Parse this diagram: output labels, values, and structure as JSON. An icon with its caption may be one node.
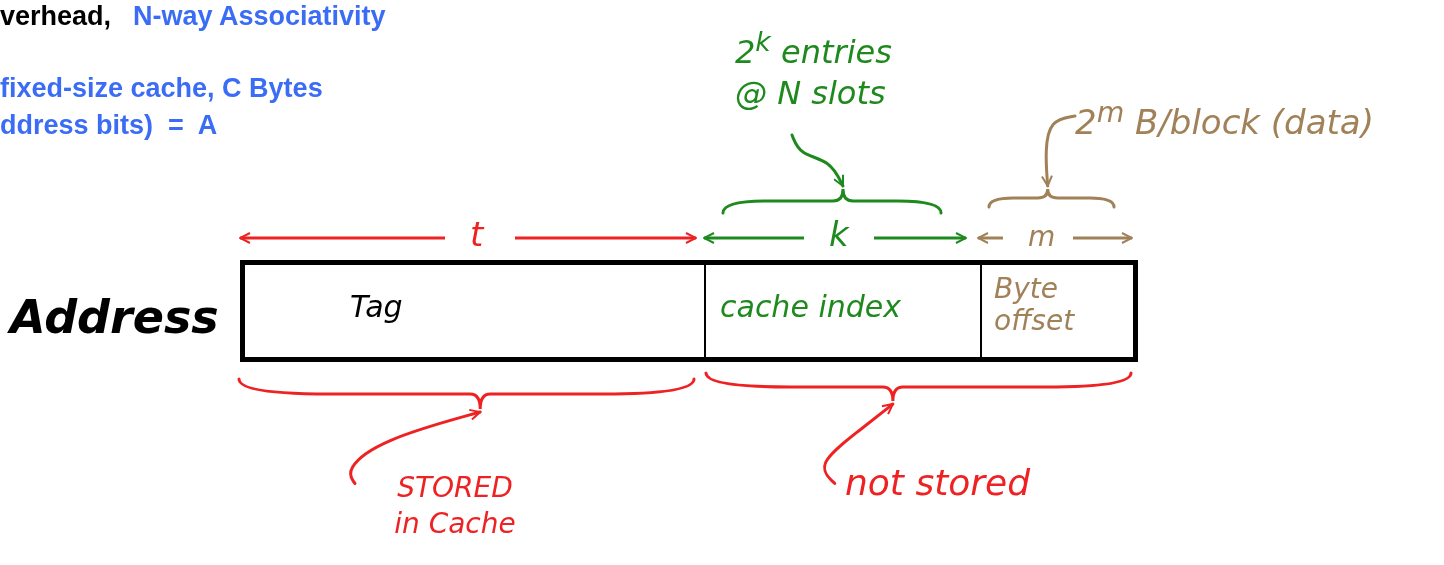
{
  "diagram": {
    "nodes": [
      {
        "text": [
          "Address"
        ]
      },
      {
        "text": [
          "Tag"
        ],
        "in": 0
      },
      {
        "text": [
          "cache index"
        ],
        "in": 0
      },
      {
        "text": [
          "Byte offset"
        ],
        "in": 0
      },
      {
        "text": [
          "2$^{k}$ entries",
          "@ N slots"
        ]
      },
      {
        "text": [],
        "shape": "brace"
      },
      {
        "text": [
          "2$^{m}$ B/block (data)"
        ]
      },
      {
        "text": [],
        "shape": "brace"
      },
      {
        "text": [
          "STORED in Cache"
        ]
      },
      {
        "text": [],
        "shape": "brace"
      },
      {
        "text": [
          "not stored"
        ]
      },
      {
        "text": [],
        "shape": "brace"
      }
    ],
    "edges": [
      {
        "from": 4,
        "to": 5,
        "arrow": "to",
        "color": "#1e8a1e"
      },
      {
        "from": 6,
        "to": 7,
        "arrow": "to",
        "color": "#a08158"
      },
      {
        "from": 8,
        "to": 9,
        "arrow": "to",
        "color": "#ee2222"
      },
      {
        "from": 10,
        "to": 11,
        "arrow": "to",
        "color": "#ee2222"
      }
    ],
    "labels": [
      "verhead,",
      "N-way Associativity",
      "fixed-size cache, C Bytes",
      "ddress bits)  =  A",
      "t",
      "k",
      "m"
    ]
  }
}
